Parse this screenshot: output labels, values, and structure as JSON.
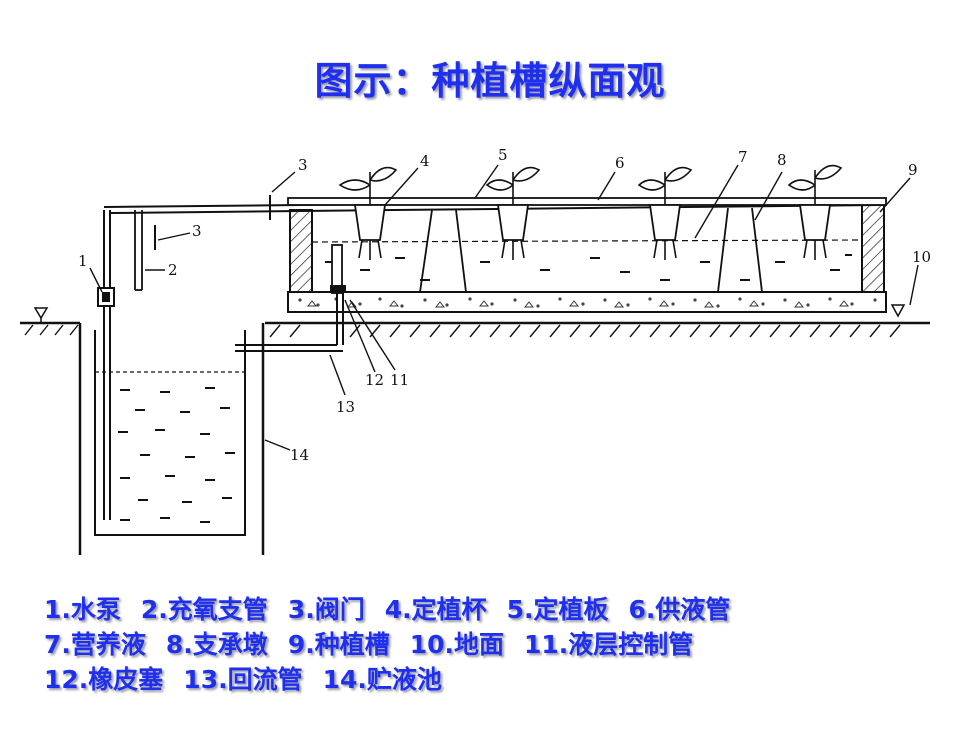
{
  "title": "图示：种植槽纵面观",
  "diagram_numbers": [
    "1",
    "2",
    "3",
    "3",
    "4",
    "5",
    "6",
    "7",
    "8",
    "9",
    "10",
    "11",
    "12",
    "13",
    "14"
  ],
  "legend": {
    "row1": [
      "1.水泵",
      "2.充氧支管",
      "3.阀门",
      "4.定植杯",
      "5.定植板",
      "6.供液管"
    ],
    "row2": [
      "7.营养液",
      "8.支承墩",
      "9.种植槽",
      "10.地面",
      "11.液层控制管"
    ],
    "row3": [
      "12.橡皮塞",
      "13.回流管",
      "14.贮液池"
    ]
  }
}
